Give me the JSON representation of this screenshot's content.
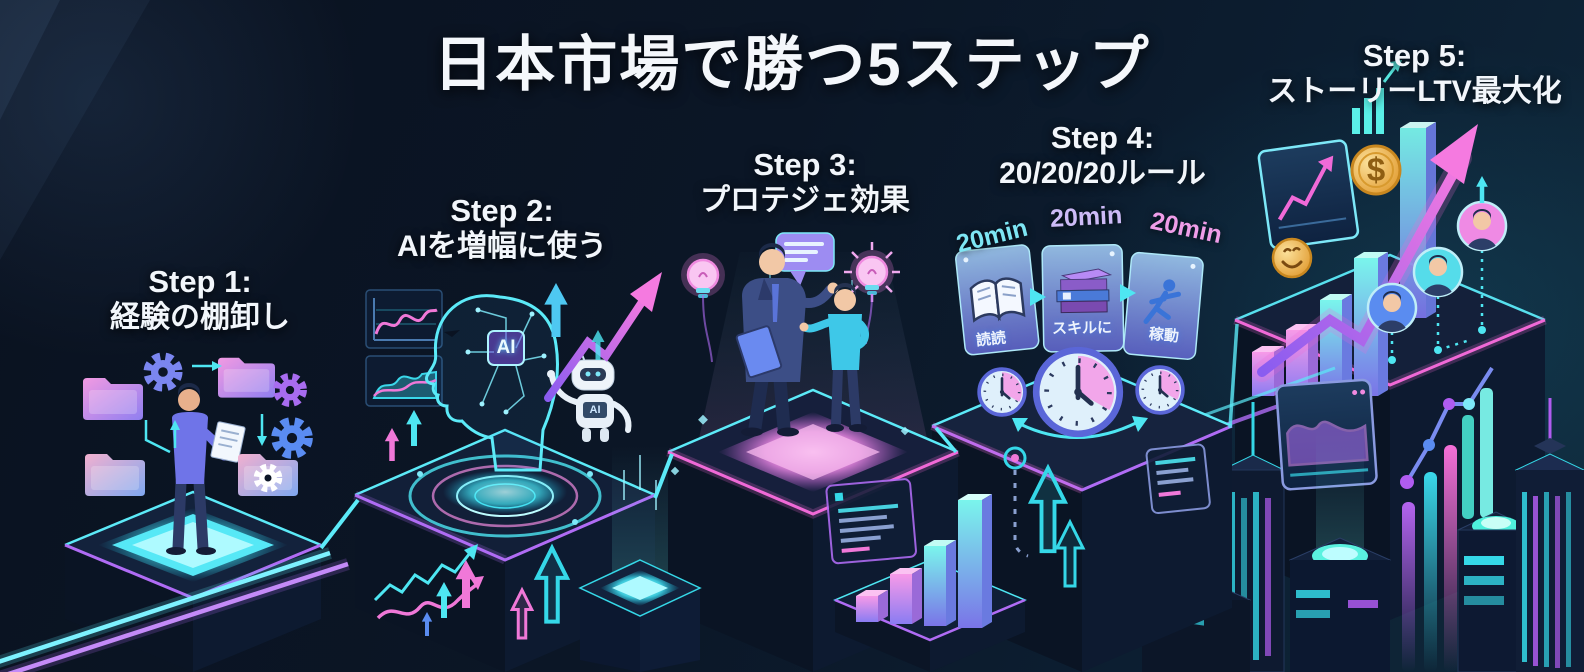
{
  "title": "日本市場で勝つ5ステップ",
  "steps": [
    {
      "label": "Step 1:",
      "name": "経験の棚卸し"
    },
    {
      "label": "Step 2:",
      "name": "AIを増幅に使う"
    },
    {
      "label": "Step 3:",
      "name": "プロテジェ効果"
    },
    {
      "label": "Step 4:",
      "name": "20/20/20ルール"
    },
    {
      "label": "Step 5:",
      "name": "ストーリーLTV最大化"
    }
  ],
  "step2": {
    "head_chip_label": "AI",
    "robot_chest_label": "AI"
  },
  "step4": {
    "cards": [
      {
        "duration": "20min",
        "caption": "読読",
        "icon": "open-book-icon"
      },
      {
        "duration": "20min",
        "caption": "スキルに",
        "icon": "book-stack-icon"
      },
      {
        "duration": "20min",
        "caption": "稼動",
        "icon": "running-person-icon"
      }
    ]
  },
  "step5": {
    "coin_symbol": "$"
  },
  "colors": {
    "background": "#0a1220",
    "neon_cyan": "#4ee6f2",
    "neon_purple": "#b06cf5",
    "neon_pink": "#f06ad8",
    "headline_text": "#f2f6fb"
  }
}
